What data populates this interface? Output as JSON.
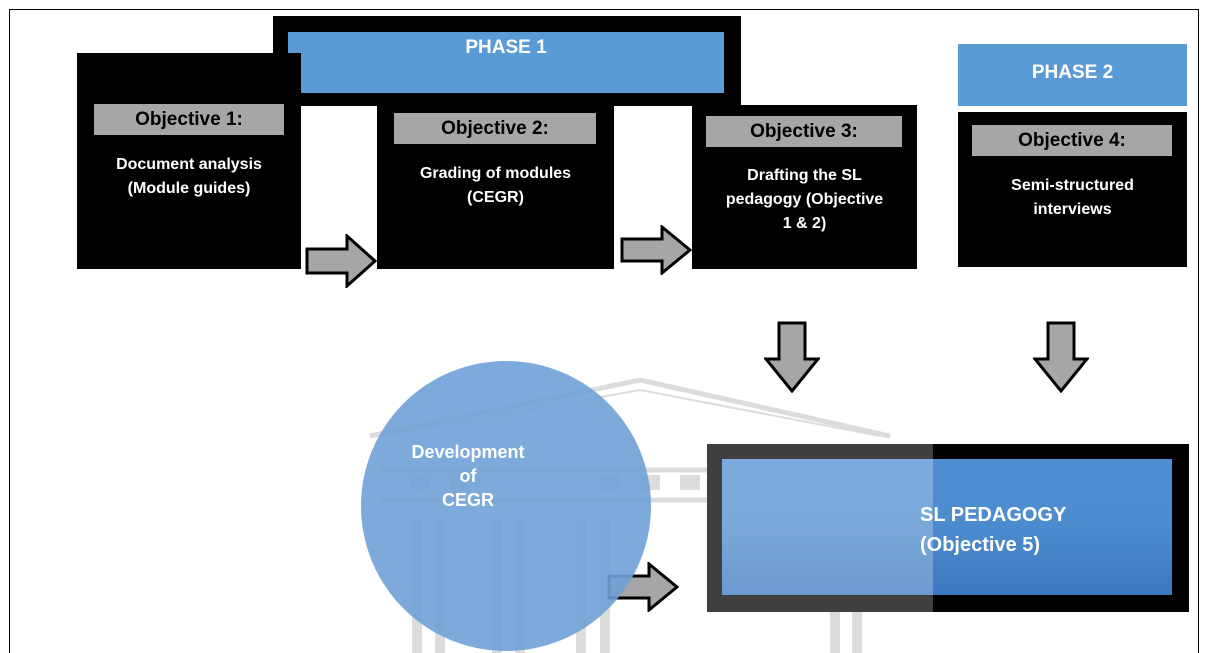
{
  "phase1": {
    "label": "PHASE 1"
  },
  "phase2": {
    "label": "PHASE 2"
  },
  "objectives": [
    {
      "label": "Objective 1:",
      "lines": [
        "Document analysis",
        "(Module guides)"
      ]
    },
    {
      "label": "Objective 2:",
      "lines": [
        "Grading of modules",
        "(CEGR)"
      ]
    },
    {
      "label": "Objective 3:",
      "lines": [
        "Drafting the SL",
        "pedagogy (Objective",
        "1 & 2)"
      ]
    },
    {
      "label": "Objective 4:",
      "lines": [
        "Semi-structured",
        "interviews"
      ]
    }
  ],
  "development": {
    "lines": [
      "Development",
      "of",
      "CEGR"
    ]
  },
  "sl_pedagogy": {
    "lines": [
      "SL PEDAGOGY",
      "(Objective 5)"
    ]
  },
  "colors": {
    "phase_blue": "#5b9bd5",
    "label_gray": "#a6a6a6",
    "box_black": "#000000",
    "arrow_gray": "#a6a6a6"
  }
}
